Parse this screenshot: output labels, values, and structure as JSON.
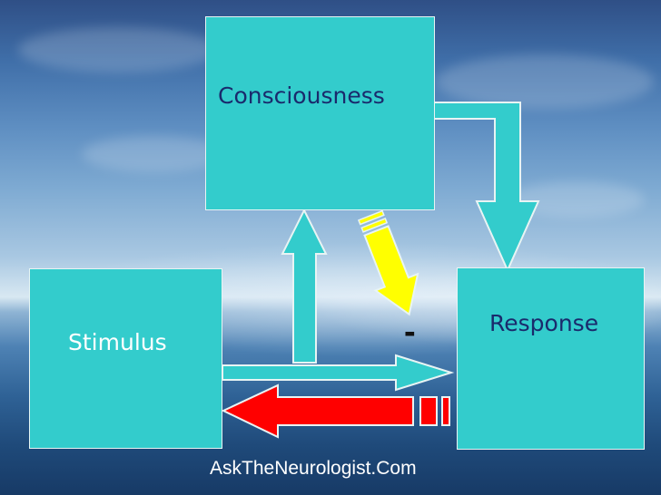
{
  "nodes": {
    "consciousness": "Consciousness",
    "stimulus": "Stimulus",
    "response": "Response"
  },
  "minus_sign": "-",
  "credit": "AskTheNeurologist.Com",
  "colors": {
    "box_fill": "#33cccc",
    "box_text": "#1a2a6c",
    "excitatory_arrow": "#33cccc",
    "inhibitory_arrow_yellow": "#ffff00",
    "inhibitory_arrow_red": "#ff0000"
  }
}
